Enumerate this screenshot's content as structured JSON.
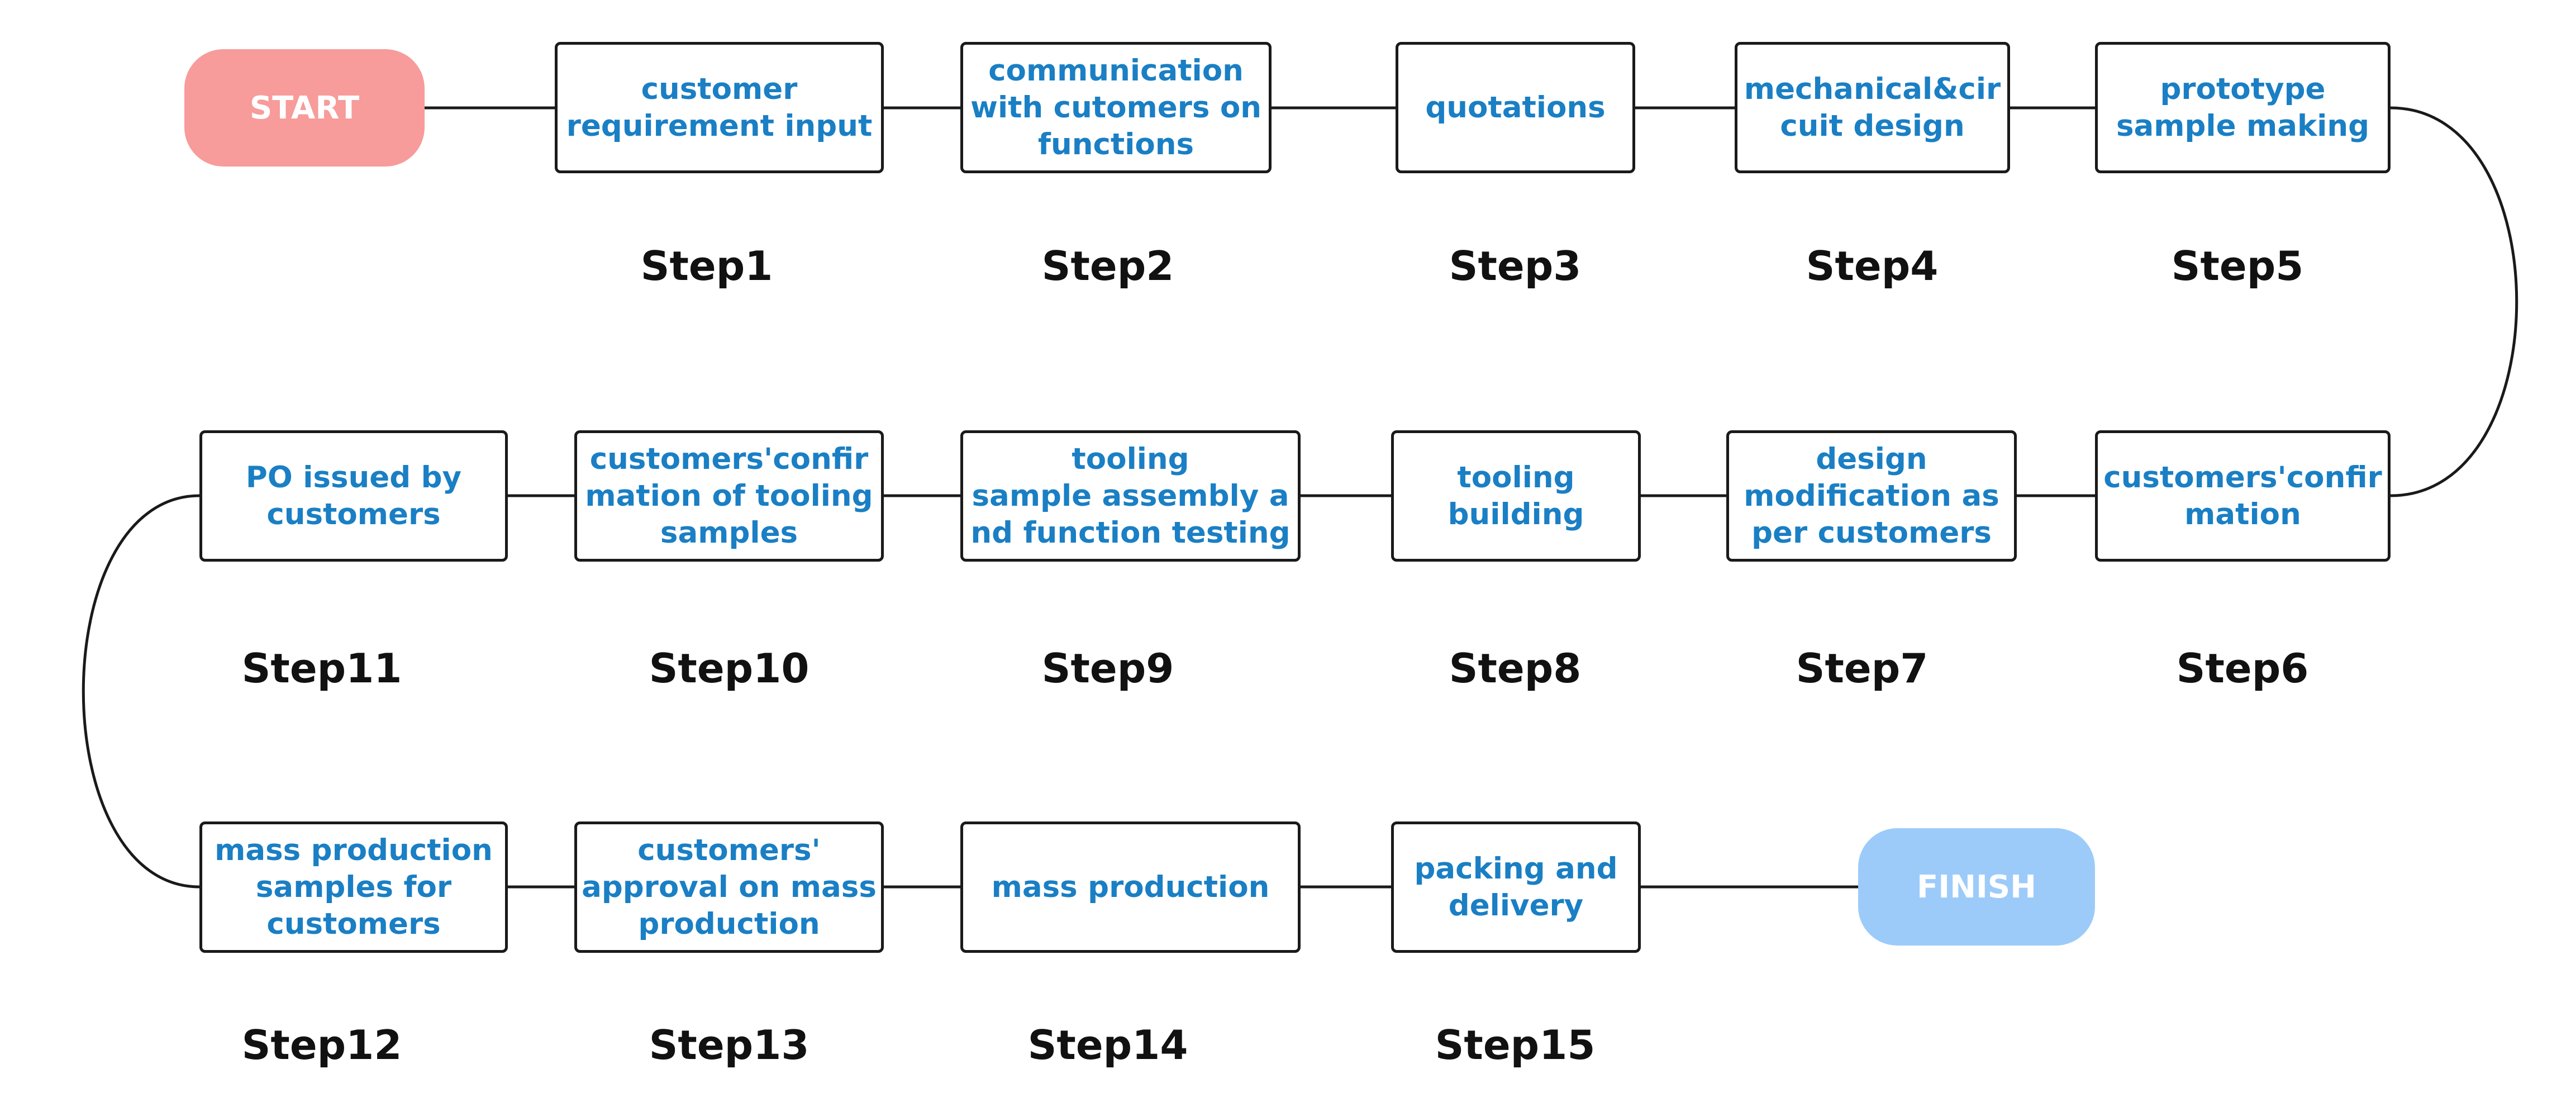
{
  "start_label": "START",
  "finish_label": "FINISH",
  "colors": {
    "box_text": "#1a7fc4",
    "box_border": "#1a1a1a",
    "start_fill": "#f79b9b",
    "finish_fill": "#9ccbf9",
    "step_label": "#111111"
  },
  "steps": [
    {
      "label": "Step1",
      "text": "customer\nrequirement input"
    },
    {
      "label": "Step2",
      "text": "communication\nwith cutomers on\nfunctions"
    },
    {
      "label": "Step3",
      "text": "quotations"
    },
    {
      "label": "Step4",
      "text": "mechanical&cir\ncuit design"
    },
    {
      "label": "Step5",
      "text": "prototype\nsample making"
    },
    {
      "label": "Step6",
      "text": "customers'confir\nmation"
    },
    {
      "label": "Step7",
      "text": "design\nmodification as\nper customers"
    },
    {
      "label": "Step8",
      "text": "tooling\nbuilding"
    },
    {
      "label": "Step9",
      "text": "tooling\nsample assembly a\nnd function testing"
    },
    {
      "label": "Step10",
      "text": "customers'confir\nmation of tooling\nsamples"
    },
    {
      "label": "Step11",
      "text": "PO issued by\ncustomers"
    },
    {
      "label": "Step12",
      "text": "mass production\nsamples for\ncustomers"
    },
    {
      "label": "Step13",
      "text": "customers'\napproval on mass\nproduction"
    },
    {
      "label": "Step14",
      "text": "mass production"
    },
    {
      "label": "Step15",
      "text": "packing and\ndelivery"
    }
  ]
}
